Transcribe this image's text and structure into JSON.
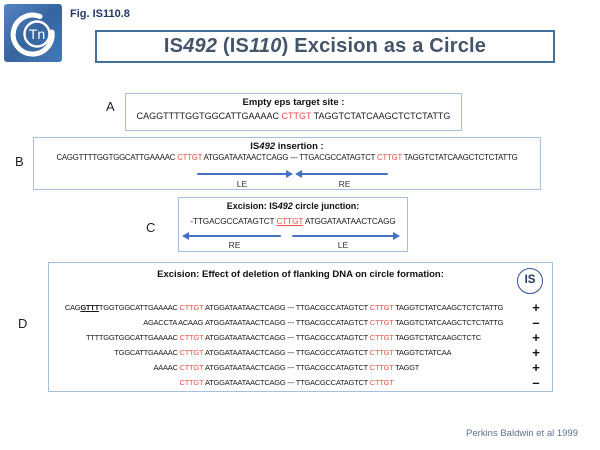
{
  "colors": {
    "accent_blue": "#4472c4",
    "sequence_red": "#e8524a",
    "title_navy": "#44546a",
    "fig_navy": "#203864",
    "title_border": "#41719c",
    "box_border_light": "#a7c1dd",
    "caption_slate": "#5d7190",
    "logo_blue": "#3f6fae"
  },
  "logo": {
    "label": "Tn"
  },
  "fig_label": "Fig. IS110.8",
  "title_segments": [
    {
      "t": "IS"
    },
    {
      "t": "492",
      "s": "i"
    },
    {
      "t": " (IS"
    },
    {
      "t": "110",
      "s": "i"
    },
    {
      "t": ") Excision as a Circle"
    }
  ],
  "panelA": {
    "label": "A",
    "title_segments": [
      {
        "t": "Empty eps target site :"
      }
    ],
    "seq_segments": [
      {
        "t": "CAGGTTTTGGTGGCATTGAAAAC "
      },
      {
        "t": "CTTGT",
        "s": "red"
      },
      {
        "t": " TAGGTCTATCAAGCTCTCTATTG"
      }
    ]
  },
  "panelB": {
    "label": "B",
    "title_segments": [
      {
        "t": "IS"
      },
      {
        "t": "492",
        "s": "i"
      },
      {
        "t": " insertion :"
      }
    ],
    "seq_segments": [
      {
        "t": "CAGGTTTTGGTGGCATTGAAAAC "
      },
      {
        "t": "CTTGT",
        "s": "red"
      },
      {
        "t": " ATGGATAATAACTCAGG --- TTGACGCCATAGTCT "
      },
      {
        "t": "CTTGT",
        "s": "red"
      },
      {
        "t": " TAGGTCTATCAAGCTCTCTATTG"
      }
    ],
    "le": "LE",
    "re": "RE"
  },
  "panelC": {
    "label": "C",
    "title_segments": [
      {
        "t": "Excision: IS"
      },
      {
        "t": "492",
        "s": "i"
      },
      {
        "t": " circle junction:"
      }
    ],
    "seq_segments": [
      {
        "t": "-TTGACGCCATAGTCT "
      },
      {
        "t": "CTTGT",
        "s": "redu"
      },
      {
        "t": " ATGGATAATAACTCAGG"
      }
    ],
    "re": "RE",
    "le": "LE"
  },
  "panelD": {
    "label": "D",
    "title_segments": [
      {
        "t": "Excision: Effect of deletion of flanking DNA on circle formation:"
      }
    ],
    "is_badge": "IS",
    "cttgt": "CTTGT",
    "core": "ATGGATAATAACTCAGG --- TTGACGCCATAGTCT",
    "rows": [
      {
        "left": [
          {
            "t": "CAG"
          },
          {
            "t": "GTTT",
            "s": "bu"
          },
          {
            "t": "TGGTGGCATTGAAAAC"
          }
        ],
        "lc": true,
        "rc": true,
        "right": [
          {
            "t": "TAGGTCTATCAAGCTCTCTATTG"
          }
        ],
        "sign": "+"
      },
      {
        "left": [
          {
            "t": "AGACCTA ACAAG"
          }
        ],
        "lc": false,
        "rc": true,
        "right": [
          {
            "t": "TAGGTCTATCAAGCTCTCTATTG"
          }
        ],
        "sign": "–"
      },
      {
        "left": [
          {
            "t": "TTTTGGTGGCATTGAAAAC"
          }
        ],
        "lc": true,
        "rc": true,
        "right": [
          {
            "t": "TAGGTCTATCAAGCTCTC"
          }
        ],
        "sign": "+"
      },
      {
        "left": [
          {
            "t": "TGGCATTGAAAAC"
          }
        ],
        "lc": true,
        "rc": true,
        "right": [
          {
            "t": "TAGGTCTATCAA"
          }
        ],
        "sign": "+"
      },
      {
        "left": [
          {
            "t": "AAAAC"
          }
        ],
        "lc": true,
        "rc": true,
        "right": [
          {
            "t": "TAGGT"
          }
        ],
        "sign": "+"
      },
      {
        "left": [],
        "lc": true,
        "rc": true,
        "right": [],
        "sign": "–"
      }
    ]
  },
  "caption": "Perkins Baldwin et al 1999"
}
